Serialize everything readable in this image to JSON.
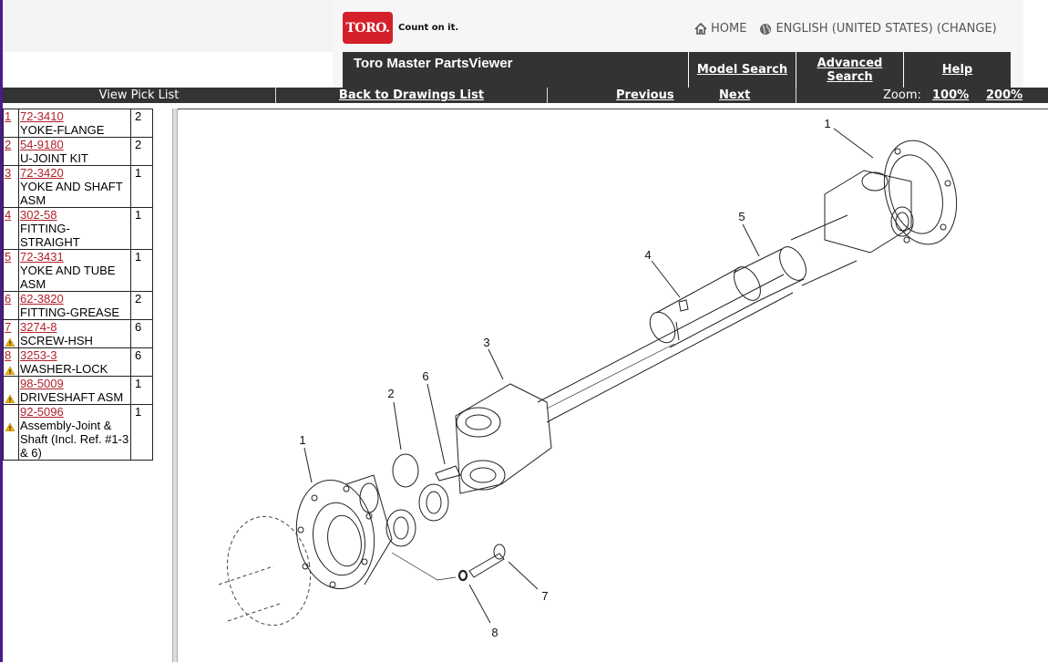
{
  "header": {
    "logo_text": "TORO.",
    "tagline": "Count on it.",
    "home_label": "HOME",
    "language_label": "ENGLISH (UNITED STATES) (CHANGE)",
    "app_title": "Toro Master PartsViewer",
    "nav": {
      "model_search": "Model Search",
      "advanced_search": "Advanced Search",
      "help": "Help"
    }
  },
  "toolbar": {
    "view_pick_list": "View Pick List",
    "back_to_drawings": "Back to Drawings List",
    "previous": "Previous",
    "next": "Next",
    "zoom_label": "Zoom:",
    "zoom_100": "100%",
    "zoom_200": "200%"
  },
  "parts": [
    {
      "ref": "1",
      "part_no": "72-3410",
      "desc": "YOKE-FLANGE",
      "qty": "2",
      "warning": false
    },
    {
      "ref": "2",
      "part_no": "54-9180",
      "desc": "U-JOINT KIT",
      "qty": "2",
      "warning": false
    },
    {
      "ref": "3",
      "part_no": "72-3420",
      "desc": "YOKE AND SHAFT ASM",
      "qty": "1",
      "warning": false
    },
    {
      "ref": "4",
      "part_no": "302-58",
      "desc": "FITTING-STRAIGHT",
      "qty": "1",
      "warning": false
    },
    {
      "ref": "5",
      "part_no": "72-3431",
      "desc": "YOKE AND TUBE ASM",
      "qty": "1",
      "warning": false
    },
    {
      "ref": "6",
      "part_no": "62-3820",
      "desc": "FITTING-GREASE",
      "qty": "2",
      "warning": false
    },
    {
      "ref": "7",
      "part_no": "3274-8",
      "desc": "SCREW-HSH",
      "qty": "6",
      "warning": true
    },
    {
      "ref": "8",
      "part_no": "3253-3",
      "desc": "WASHER-LOCK",
      "qty": "6",
      "warning": true
    },
    {
      "ref": "",
      "part_no": "98-5009",
      "desc": "DRIVESHAFT ASM",
      "qty": "1",
      "warning": true
    },
    {
      "ref": "",
      "part_no": "92-5096",
      "desc": "Assembly-Joint & Shaft (Incl. Ref. #1-3 & 6)",
      "qty": "1",
      "warning": true
    }
  ],
  "callouts": [
    "1",
    "5",
    "4",
    "3",
    "6",
    "2",
    "1",
    "7",
    "8"
  ],
  "colors": {
    "brand_red": "#d4202a",
    "link_red": "#b0202a",
    "bar_dark": "#333333",
    "warning_yellow": "#f2b400"
  },
  "icons": {
    "home": "home-icon",
    "language": "globe-icon",
    "warning": "warning-icon"
  }
}
